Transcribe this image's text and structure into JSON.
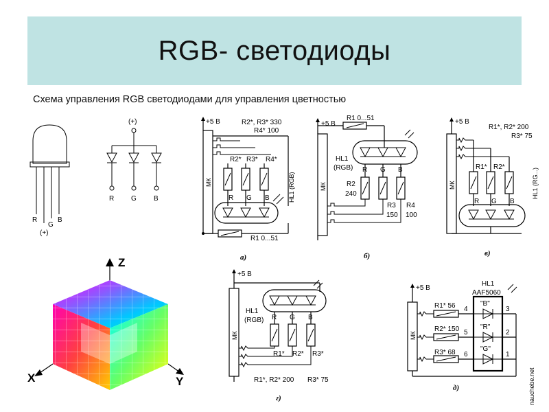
{
  "slide": {
    "title": "RGB- светодиоды",
    "subtitle": "Схема управления RGB светодиодами для управления цветностью"
  },
  "led_package": {
    "pin_r": "R",
    "pin_g": "G",
    "pin_b": "B",
    "common": "(+)"
  },
  "led_symbol": {
    "common": "(+)",
    "pin_r": "R",
    "pin_g": "G",
    "pin_b": "B"
  },
  "circuit_a": {
    "supply": "+5 В",
    "mcu": "МК",
    "note1": "R2*, R3* 330",
    "note2": "R4* 100",
    "r2": "R2*",
    "r3": "R3*",
    "r4": "R4*",
    "pin_r": "R",
    "pin_g": "G",
    "pin_b": "B",
    "led": "HL1 (RGB)",
    "r1": "R1 0...51",
    "caption": "а)"
  },
  "circuit_b": {
    "supply": "+5 В",
    "r1": "R1 0...51",
    "mcu": "МК",
    "hl1": "HL1",
    "rgb": "(RGB)",
    "pin_r": "R",
    "pin_g": "G",
    "pin_b": "B",
    "r2": "R2",
    "r2v": "240",
    "r3": "R3",
    "r3v": "150",
    "r4": "R4",
    "r4v": "100",
    "caption": "б)"
  },
  "circuit_c": {
    "supply": "+5 В",
    "note1": "R1*, R2* 200",
    "note2": "R3* 75",
    "mcu": "МК",
    "r1": "R1*",
    "r2": "R2*",
    "pin_r": "R",
    "pin_g": "G",
    "pin_b": "B",
    "side": "HL1 (RG...)",
    "caption": "в)"
  },
  "circuit_g": {
    "supply": "+5 В",
    "mcu": "МК",
    "hl1": "HL1",
    "rgb": "(RGB)",
    "pin_r": "R",
    "pin_g": "G",
    "pin_b": "B",
    "r1": "R1*",
    "r2": "R2*",
    "r3": "R3*",
    "note1": "R1*, R2* 200",
    "note2": "R3* 75",
    "caption": "г)"
  },
  "circuit_d": {
    "supply": "+5 В",
    "mcu": "МК",
    "hl1": "HL1",
    "part": "AAF5060",
    "r1": "R1* 56",
    "r2": "R2* 150",
    "r3": "R3* 68",
    "p4": "4",
    "p5": "5",
    "p6": "6",
    "p3": "3",
    "p2": "2",
    "p1": "1",
    "lb": "\"B\"",
    "lr": "\"R\"",
    "lg": "\"G\"",
    "caption": "д)"
  },
  "cube": {
    "axis_z": "Z",
    "axis_x": "X",
    "axis_y": "Y"
  },
  "watermark": "nauchebe.net",
  "colors": {
    "title_band": "#bfe3e3"
  }
}
